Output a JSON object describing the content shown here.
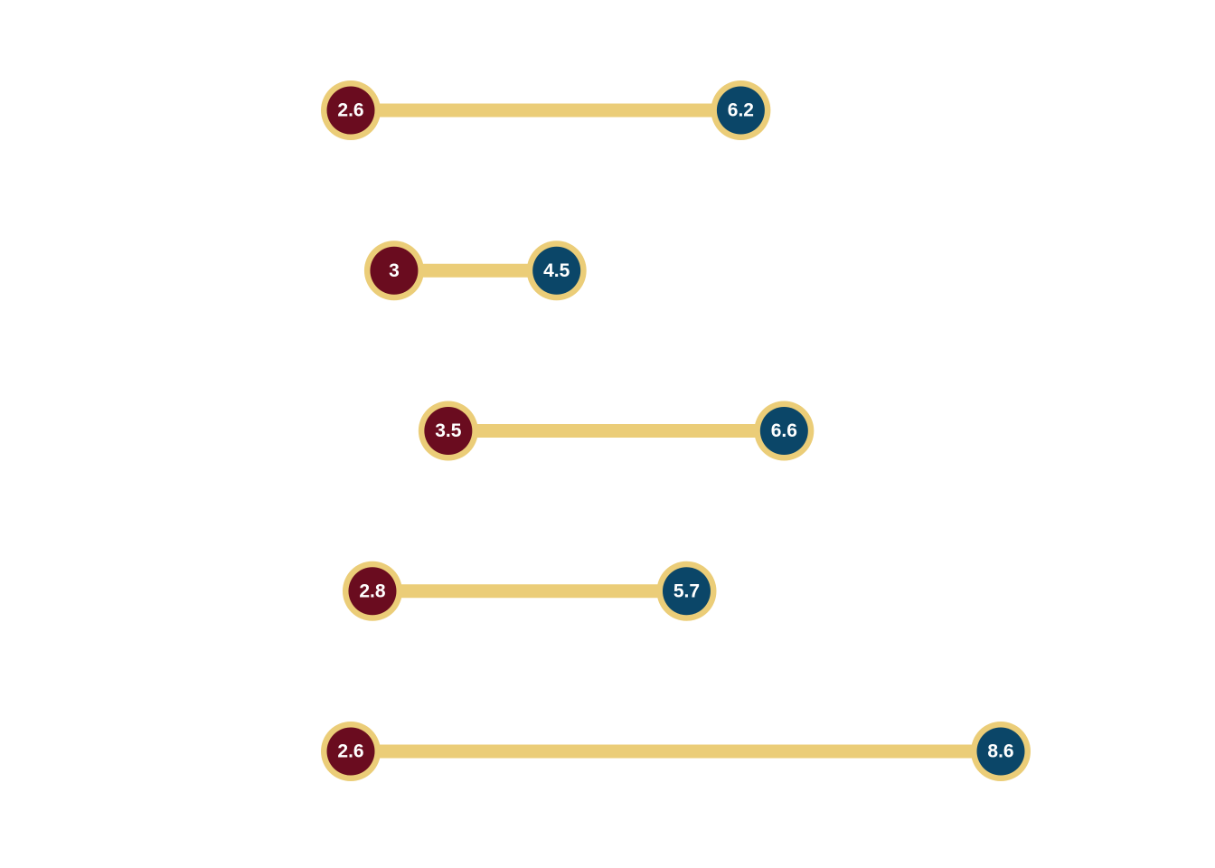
{
  "chart_data": {
    "type": "dumbbell",
    "xlim": [
      2.6,
      8.6
    ],
    "rows": [
      {
        "start": 2.6,
        "end": 6.2,
        "start_label": "2.6",
        "end_label": "6.2"
      },
      {
        "start": 3.0,
        "end": 4.5,
        "start_label": "3",
        "end_label": "4.5"
      },
      {
        "start": 3.5,
        "end": 6.6,
        "start_label": "3.5",
        "end_label": "6.6"
      },
      {
        "start": 2.8,
        "end": 5.7,
        "start_label": "2.8",
        "end_label": "5.7"
      },
      {
        "start": 2.6,
        "end": 8.6,
        "start_label": "2.6",
        "end_label": "8.6"
      }
    ],
    "colors": {
      "start_dot": "#6a0c1f",
      "end_dot": "#0b4668",
      "bar": "#ebcd78",
      "dot_ring": "#ebcd78",
      "label": "#ffffff"
    },
    "axes_visible": false,
    "grid": false,
    "legend": "none"
  }
}
